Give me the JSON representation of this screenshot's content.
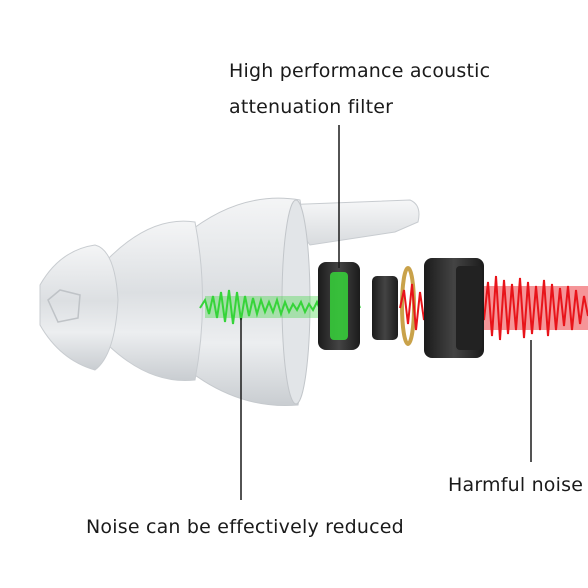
{
  "labels": {
    "filter_line1": "High performance acoustic",
    "filter_line2": "attenuation filter",
    "reduced": "Noise can be effectively reduced",
    "harmful": "Harmful noise"
  },
  "colors": {
    "quiet_wave": "#36d43a",
    "loud_wave": "#e8141a",
    "filter_ring": "#2a2a2a",
    "silicone": "#e6e9ec",
    "brass_ring": "#c9a24a",
    "leader_line": "#1a1a1a"
  },
  "icons": [
    "earplug-silicone-tips",
    "filter-housing",
    "filter-insert",
    "brass-washer",
    "end-cap",
    "sound-wave"
  ]
}
